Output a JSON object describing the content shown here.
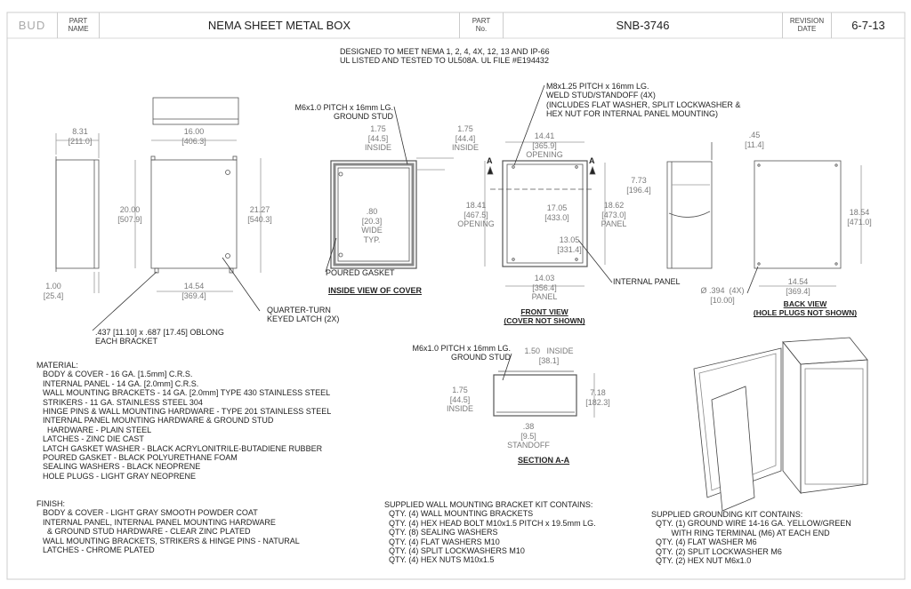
{
  "title_block": {
    "logo": "BUD",
    "part_name_label": "PART\nNAME",
    "part_name": "NEMA SHEET METAL BOX",
    "part_no_label": "PART\nNo.",
    "part_no": "SNB-3746",
    "revision_label": "REVISION\nDATE",
    "revision_date": "6-7-13"
  },
  "header_note": "DESIGNED TO MEET NEMA 1, 2, 4, 4X, 12, 13 AND IP-66\nUL LISTED AND TESTED TO UL508A. UL FILE #E194432",
  "front_box": {
    "depth": "8.31\n[211.0]",
    "width": "16.00\n[406.3]",
    "height": "20.00\n[507.9]",
    "overall_height": "21.27\n[540.3]",
    "flange": "1.00\n[25.4]",
    "bracket_spacing": "14.54\n[369.4]",
    "oblong_note": ".437 [11.10] x .687 [17.45] OBLONG\nEACH BRACKET",
    "latch_note": "QUARTER-TURN\nKEYED LATCH (2X)"
  },
  "inside_cover": {
    "stud_note": "M6x1.0 PITCH x 16mm LG.\nGROUND STUD",
    "inside_left": "1.75\n[44.5]\nINSIDE",
    "inside_right": "1.75\n[44.4]\nINSIDE",
    "gasket_width": ".80\n[20.3]\nWIDE\nTYP.",
    "gasket_note": "POURED GASKET",
    "caption": "INSIDE VIEW OF COVER"
  },
  "front_view": {
    "stud_note": "M8x1.25 PITCH x 16mm LG.\nWELD STUD/STANDOFF (4X)\n(INCLUDES FLAT WASHER, SPLIT LOCKWASHER &\nHEX NUT FOR INTERNAL PANEL MOUNTING)",
    "opening_width": "14.41\n[365.9]\nOPENING",
    "opening_height": "18.41\n[467.5]\nOPENING",
    "stud_vertical": "17.05\n[433.0]",
    "panel_height": "18.62\n[473.0]\nPANEL",
    "stud_horizontal": "13.05\n[331.4]",
    "panel_width": "14.03\n[356.4]\nPANEL",
    "section_marker": "A",
    "internal_panel_note": "INTERNAL PANEL",
    "caption": "FRONT VIEW\n(COVER NOT SHOWN)"
  },
  "side_view": {
    "panel_depth": "7.73\n[196.4]",
    "bracket_offset": ".45\n[11.4]"
  },
  "back_view": {
    "hole_height": "18.54\n[471.0]",
    "hole_width": "14.54\n[369.4]",
    "hole_dia": "Ø .394  (4X)\n[10.00]",
    "caption": "BACK VIEW\n(HOLE PLUGS NOT SHOWN)"
  },
  "section_aa": {
    "stud_note": "M6x1.0 PITCH x 16mm LG.\nGROUND STUD",
    "inside_top": "1.50   INSIDE\n[38.1]",
    "inside_side": "1.75\n[44.5]\nINSIDE",
    "depth": "7.18\n[182.3]",
    "standoff": ".38\n[9.5]\nSTANDOFF",
    "caption": "SECTION A-A"
  },
  "material": {
    "heading": "MATERIAL:",
    "lines": [
      "BODY & COVER - 16 GA. [1.5mm] C.R.S.",
      "INTERNAL PANEL - 14 GA. [2.0mm] C.R.S.",
      "WALL MOUNTING BRACKETS - 14 GA. [2.0mm] TYPE 430 STAINLESS STEEL",
      "STRIKERS - 11 GA. STAINLESS STEEL 304",
      "HINGE PINS & WALL MOUNTING HARDWARE - TYPE 201 STAINLESS STEEL",
      "INTERNAL PANEL MOUNTING HARDWARE & GROUND STUD",
      "  HARDWARE - PLAIN STEEL",
      "LATCHES - ZINC DIE CAST",
      "LATCH GASKET WASHER - BLACK ACRYLONITRILE-BUTADIENE RUBBER",
      "POURED GASKET - BLACK POLYURETHANE FOAM",
      "SEALING WASHERS - BLACK NEOPRENE",
      "HOLE PLUGS - LIGHT GRAY NEOPRENE"
    ]
  },
  "finish": {
    "heading": "FINISH:",
    "lines": [
      "BODY & COVER - LIGHT GRAY SMOOTH POWDER COAT",
      "INTERNAL PANEL, INTERNAL PANEL MOUNTING HARDWARE",
      "  & GROUND STUD HARDWARE - CLEAR ZINC PLATED",
      "WALL MOUNTING BRACKETS, STRIKERS & HINGE PINS - NATURAL",
      "LATCHES - CHROME PLATED"
    ]
  },
  "bracket_kit": {
    "heading": "SUPPLIED WALL MOUNTING BRACKET KIT CONTAINS:",
    "lines": [
      "QTY. (4) WALL MOUNTING BRACKETS",
      "QTY. (4) HEX HEAD BOLT M10x1.5 PITCH x 19.5mm LG.",
      "QTY. (8) SEALING WASHERS",
      "QTY. (4) FLAT WASHERS M10",
      "QTY. (4) SPLIT LOCKWASHERS M10",
      "QTY. (4) HEX NUTS M10x1.5"
    ]
  },
  "grounding_kit": {
    "heading": "SUPPLIED GROUNDING KIT CONTAINS:",
    "lines": [
      "QTY. (1) GROUND WIRE 14-16 GA. YELLOW/GREEN",
      "       WITH RING TERMINAL (M6) AT EACH END",
      "QTY. (4) FLAT WASHER M6",
      "QTY. (2) SPLIT LOCKWASHER M6",
      "QTY. (2) HEX NUT M6x1.0"
    ]
  }
}
